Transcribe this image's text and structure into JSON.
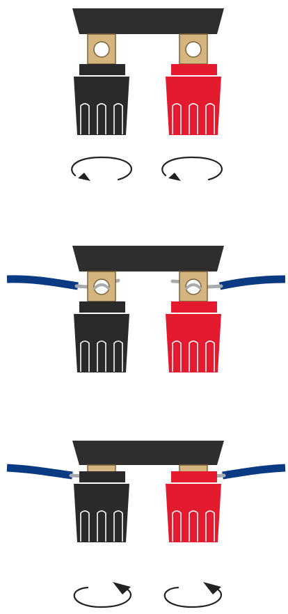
{
  "diagram": {
    "steps": [
      {
        "id": "step-1",
        "state": "unwired",
        "rotation": "counterclockwise"
      },
      {
        "id": "step-2",
        "state": "wire-inserted",
        "rotation": null
      },
      {
        "id": "step-3",
        "state": "tightened",
        "rotation": "clockwise"
      }
    ],
    "terminals": [
      {
        "id": "black",
        "color": "#2a2a2a"
      },
      {
        "id": "red",
        "color": "#e41a2f"
      }
    ],
    "colors": {
      "plate": "#2f2d2d",
      "post": "#d5b57f",
      "post_outline": "#7b6037",
      "wire_insulation": "#0a3a82",
      "wire_bare": "#a8abad",
      "arrow": "#222222",
      "highlight": "#ffffff"
    }
  }
}
